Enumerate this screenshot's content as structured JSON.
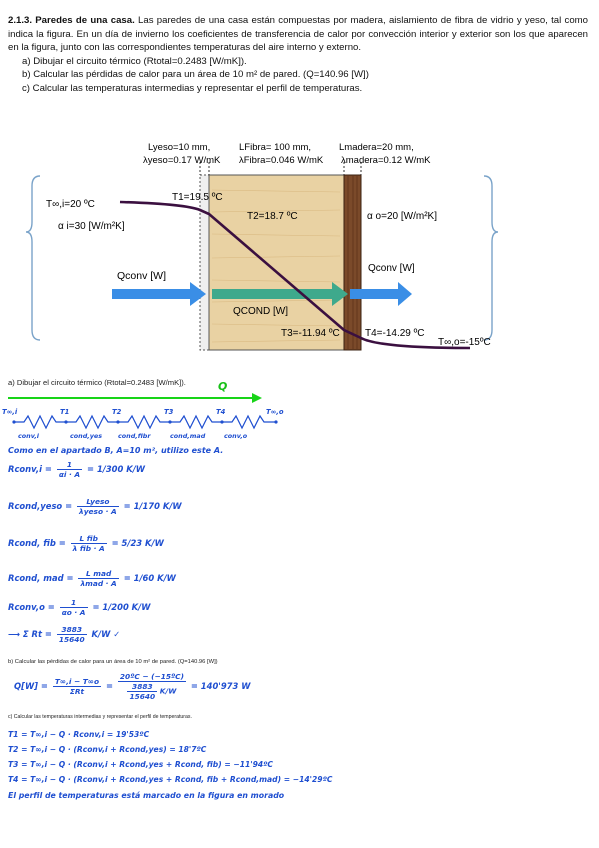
{
  "problem": {
    "number": "2.1.3. Paredes de una casa.",
    "statement": "Las paredes de una casa están compuestas por madera, aislamiento de fibra de vidrio y yeso, tal como indica la figura. En un día de invierno los coeficientes de transferencia de calor por convección interior y exterior son los que aparecen en la figura, junto con las correspondientes temperaturas del aire interno y externo.",
    "item_a": "a) Dibujar el circuito térmico (Rtotal=0.2483 [W/mK]).",
    "item_b": "b) Calcular las pérdidas de calor para un área de 10 m² de pared. (Q=140.96 [W])",
    "item_c": "c) Calcular las temperaturas intermedias y representar el perfil de temperaturas."
  },
  "figure": {
    "l_yeso": "Lyeso=10 mm,",
    "k_yeso": "λyeso=0.17 W/mK",
    "l_fibra": "LFibra= 100 mm,",
    "k_fibra": "λFibra=0.046 W/mK",
    "l_madera": "Lmadera=20 mm,",
    "k_madera": "λmadera=0.12 W/mK",
    "t_inf_i": "T∞,i=20 ºC",
    "alpha_i": "α i=30 [W/m²K]",
    "t1": "T1=19.5 ºC",
    "t2": "T2=18.7 ºC",
    "alpha_o": "α o=20 [W/m²K]",
    "q_conv_left": "Qconv [W]",
    "q_conv_right": "Qconv [W]",
    "q_cond": "QCOND [W]",
    "t3": "T3=-11.94 ºC",
    "t4": "T4=-14.29 ºC",
    "t_inf_o": "T∞,o=-15ºC",
    "colors": {
      "fibra": "#e8cfa0",
      "madera": "#7b4a2a",
      "yeso": "#eeeeee",
      "arrow": "#3a8ee6",
      "profile": "#3b1040"
    }
  },
  "solution": {
    "a_title": "a) Dibujar el circuito térmico (Rtotal=0.2483 [W/mK]).",
    "q_symbol": "Q",
    "nodes": [
      "T∞,i",
      "T1",
      "T2",
      "T3",
      "T4",
      "T∞,o"
    ],
    "resistors": [
      "conv,i",
      "cond,yes",
      "cond,fibr",
      "cond,mad",
      "conv,o"
    ],
    "note": "Como en el apartado B, A=10 m², utilizo este A.",
    "r_conv_i": {
      "lhs": "Rconv,i =",
      "num": "1",
      "den": "αi · A",
      "rhs": "= 1/300  K/W"
    },
    "r_cond_yeso": {
      "lhs": "Rcond,yeso =",
      "num": "Lyeso",
      "den": "λyeso · A",
      "rhs": "= 1/170  K/W"
    },
    "r_cond_fib": {
      "lhs": "Rcond, fib =",
      "num": "L fib",
      "den": "λ fib · A",
      "rhs": "= 5/23 K/W"
    },
    "r_cond_mad": {
      "lhs": "Rcond, mad =",
      "num": "L mad",
      "den": "λmad · A",
      "rhs": "= 1/60  K/W"
    },
    "r_conv_o": {
      "lhs": "Rconv,o =",
      "num": "1",
      "den": "αo · A",
      "rhs": "= 1/200  K/W"
    },
    "sum_r": {
      "lhs": "⟶ Σ Rt =",
      "num": "3883",
      "den": "15640",
      "rhs": "K/W ✓"
    },
    "b_title": "b) Calcular las pérdidas de calor para un área de 10 m² de pared. (Q=140.96 [W])",
    "q_eq": {
      "lhs": "Q[W] =",
      "num1": "T∞,i − T∞o",
      "den1": "ΣRt",
      "mid": "=",
      "num2": "20ºC − (−15ºC)",
      "den2_num": "3883",
      "den2_den": "15640",
      "den2_unit": "K/W",
      "rhs": "= 140'973 W"
    },
    "c_title": "c) Calcular las temperaturas intermedias y representar el perfil de temperaturas.",
    "t_lines": [
      "T1 = T∞,i − Q · Rconv,i = 19'53ºC",
      "T2 = T∞,i − Q · (Rconv,i + Rcond,yes) = 18'7ºC",
      "T3 = T∞,i − Q · (Rconv,i + Rcond,yes + Rcond, fib) = −11'94ºC",
      "T4 = T∞,i − Q · (Rconv,i + Rcond,yes + Rcond, fib + Rcond,mad) = −14'29ºC"
    ],
    "closing": "El perfil de temperaturas está marcado en la figura en morado"
  }
}
